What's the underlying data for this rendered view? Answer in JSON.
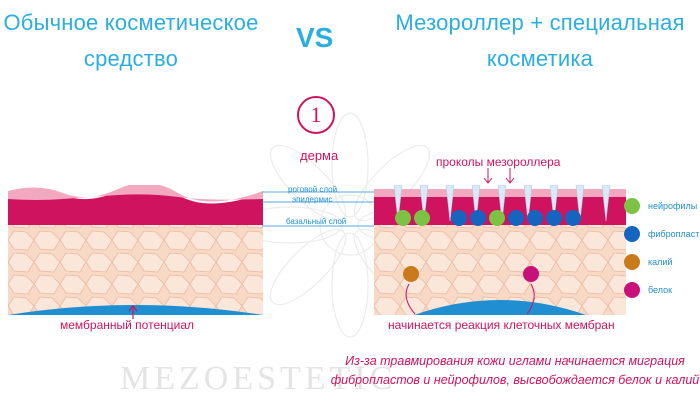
{
  "header": {
    "left_title_line1": "Обычное косметическое",
    "left_title_line2": "средство",
    "vs": "VS",
    "right_title_line1": "Мезороллер + специальная",
    "right_title_line2": "косметика"
  },
  "step_number": "1",
  "labels": {
    "derma": "дерма",
    "horny_layer": "роговой слой",
    "epidermis": "эпидермис",
    "basal_layer": "базальный слой",
    "punctures": "проколы мезороллера",
    "membrane_potential": "мембранный потенциал",
    "membrane_reaction": "начинается реакция клеточных мембран"
  },
  "legend": [
    {
      "label": "нейрофилы",
      "color": "#7cc243"
    },
    {
      "label": "фибропласты",
      "color": "#1565c0"
    },
    {
      "label": "калий",
      "color": "#c97a1a"
    },
    {
      "label": "белок",
      "color": "#c8107a"
    }
  ],
  "caption": {
    "line1": "Из-за травмирования кожи иглами начинается миграция",
    "line2": "фибропластов и нейрофилов, высвобождается белок и  калий"
  },
  "watermark": "MEZOESTETIC"
}
